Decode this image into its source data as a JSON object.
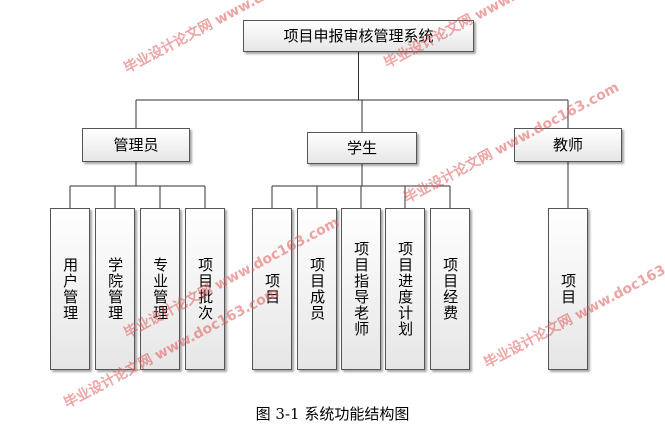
{
  "diagram": {
    "root": {
      "id": "root",
      "label": "项目申报审核管理系统"
    },
    "roles": [
      {
        "id": "admin",
        "label": "管理员",
        "children": [
          {
            "id": "admin-user-mgmt",
            "label": "用户管理"
          },
          {
            "id": "admin-college-mgmt",
            "label": "学院管理"
          },
          {
            "id": "admin-major-mgmt",
            "label": "专业管理"
          },
          {
            "id": "admin-project-batch",
            "label": "项目批次"
          }
        ]
      },
      {
        "id": "student",
        "label": "学生",
        "children": [
          {
            "id": "student-project",
            "label": "项目"
          },
          {
            "id": "student-project-members",
            "label": "项目成员"
          },
          {
            "id": "student-project-advisor",
            "label": "项目指导老师"
          },
          {
            "id": "student-project-progress",
            "label": "项目进度计划"
          },
          {
            "id": "student-project-funding",
            "label": "项目经费"
          }
        ]
      },
      {
        "id": "teacher",
        "label": "教师",
        "children": [
          {
            "id": "teacher-project",
            "label": "项目"
          }
        ]
      }
    ]
  },
  "caption": "图 3-1  系统功能结构图",
  "watermark": "毕业设计论文网 www.doc163.com",
  "colors": {
    "watermark": "#e05a5a",
    "box_border": "#555555",
    "line": "#333333"
  }
}
